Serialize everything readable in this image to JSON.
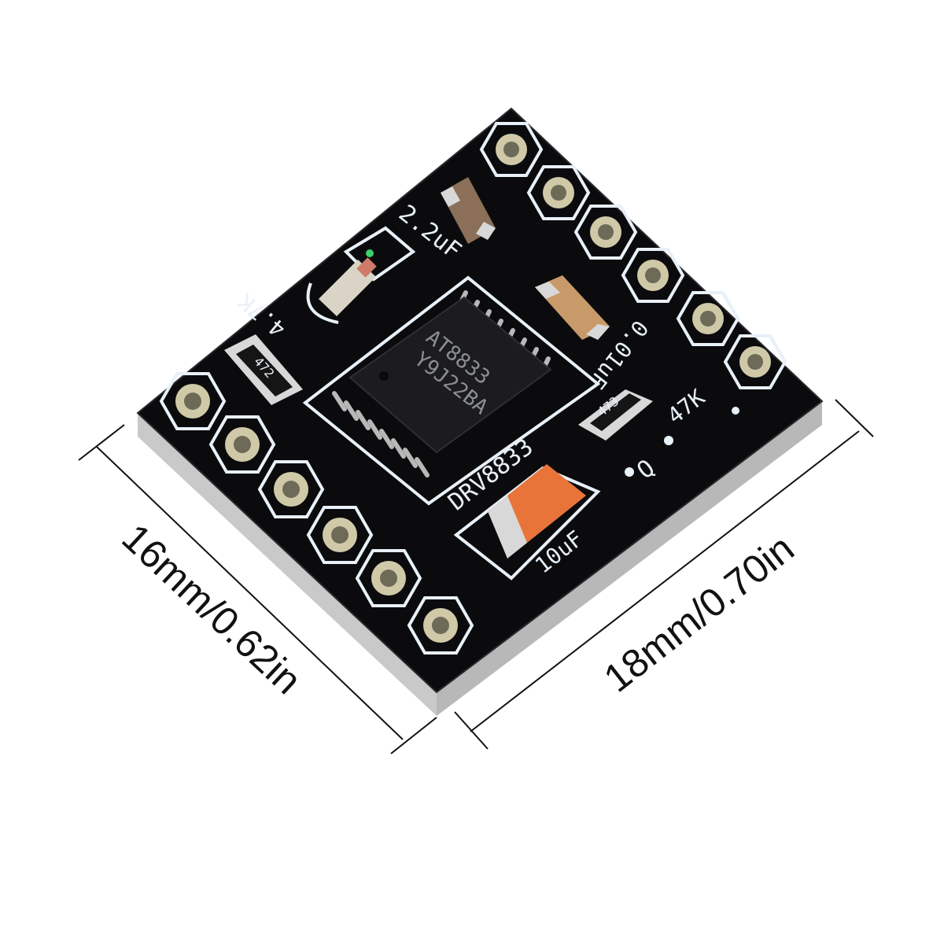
{
  "dimensions": {
    "width_label": "16mm/0.62in",
    "length_label": "18mm/0.70in"
  },
  "board": {
    "chip_line1": "AT8833",
    "chip_line2": "Y9J22BA",
    "board_label": "DRV8833",
    "cap_top_label": "2.2uF",
    "cap_right_label": "0.01uF",
    "res_left_label": "4.7K",
    "res_left_code": "472",
    "res_right_label": "47K",
    "res_right_code": "473",
    "tantalum_label": "10uF",
    "marker_label": "Q"
  },
  "colors": {
    "pcb": "#0b0b0d",
    "pcb_edge": "#c9c9c9",
    "silkscreen": "#e8f0f8",
    "pad_gold": "#cfc9a8",
    "tantalum": "#e8743a"
  }
}
